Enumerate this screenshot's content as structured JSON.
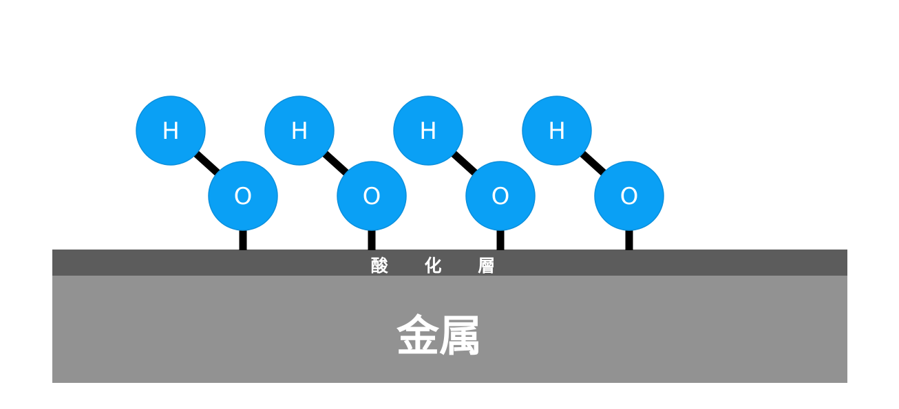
{
  "labels": {
    "oxide_layer": "酸 化 層",
    "metal": "金属"
  },
  "hydroxyl_groups": [
    {
      "h_label": "H",
      "o_label": "O"
    },
    {
      "h_label": "H",
      "o_label": "O"
    },
    {
      "h_label": "H",
      "o_label": "O"
    },
    {
      "h_label": "H",
      "o_label": "O"
    }
  ],
  "colors": {
    "atom": "#0aa0f5",
    "atom_border": "#0b8fdc",
    "bond": "#000000",
    "oxide_layer": "#5c5c5c",
    "metal": "#929292",
    "text": "#ffffff"
  }
}
